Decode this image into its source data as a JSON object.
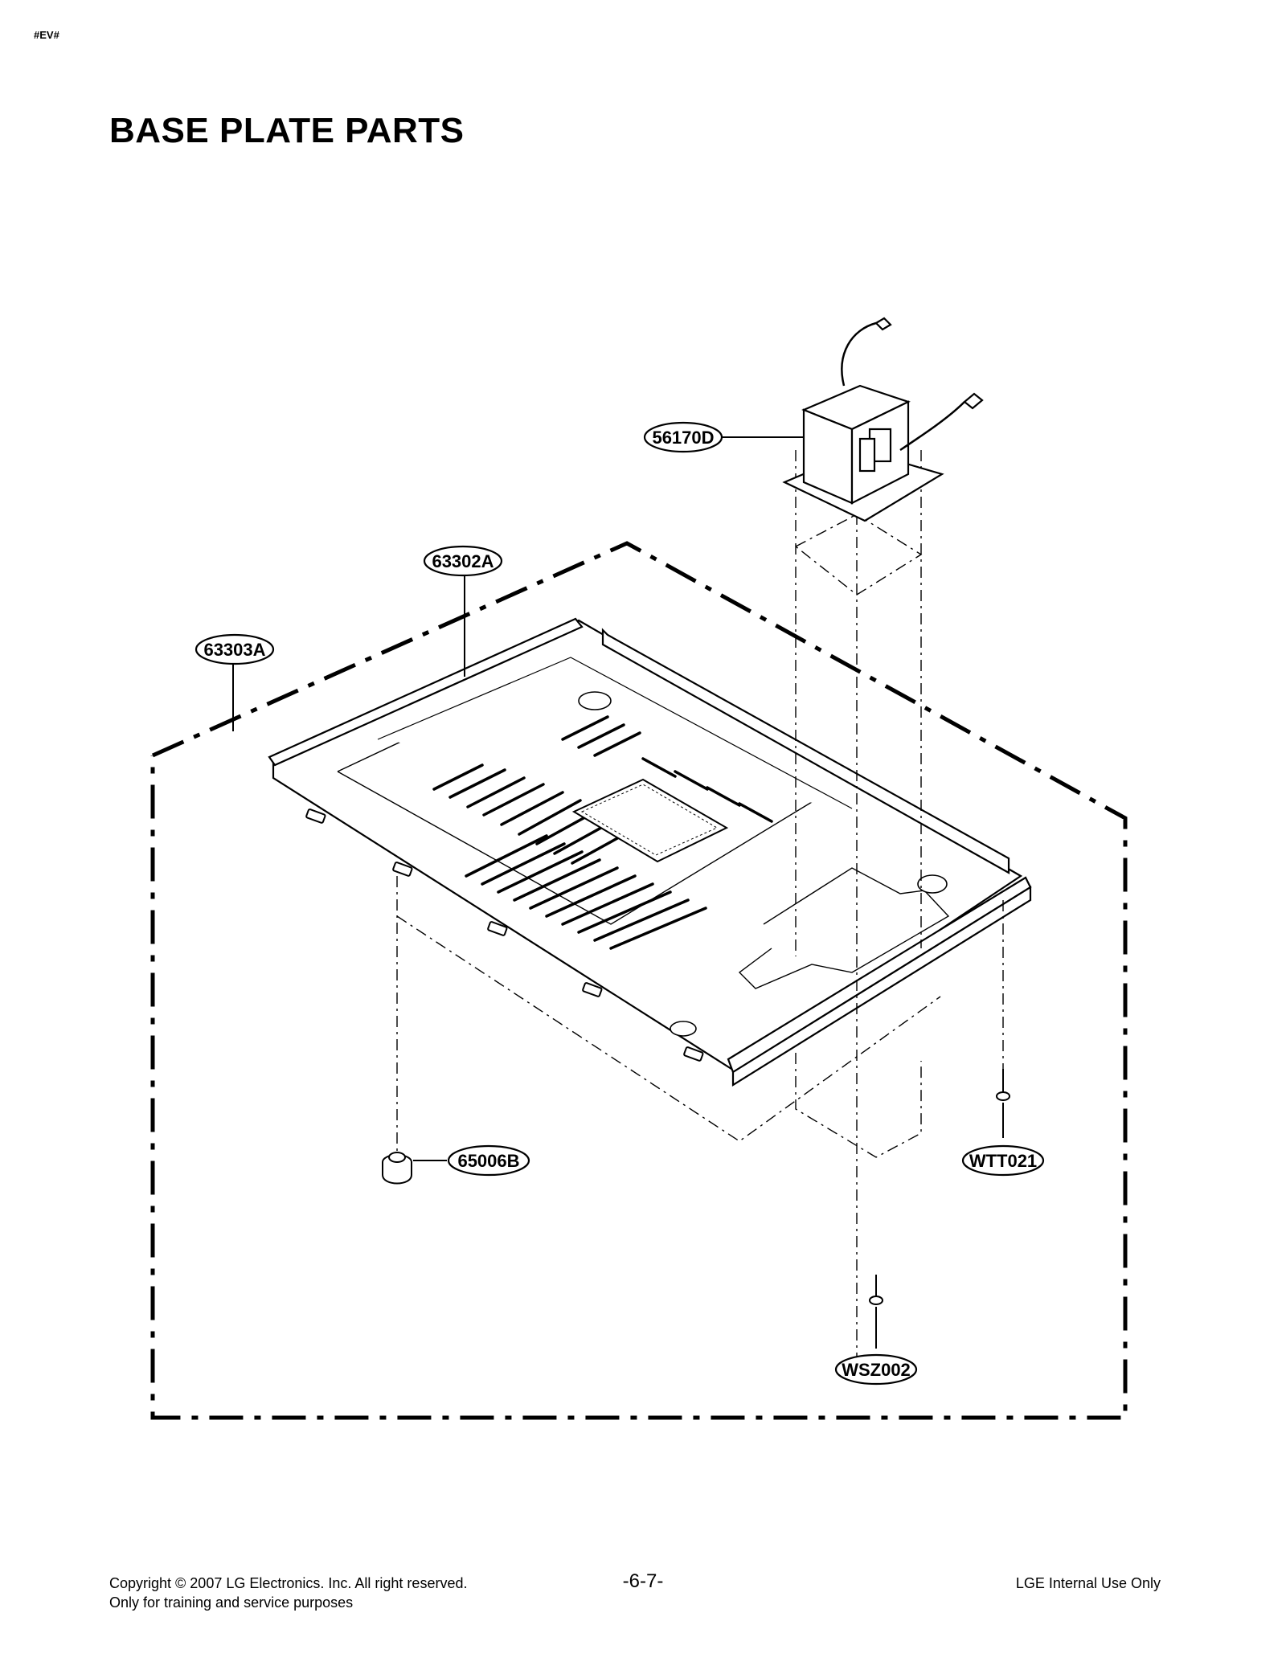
{
  "header": {
    "code_tag": "#EV#",
    "title": "BASE PLATE PARTS"
  },
  "callouts": {
    "transformer": "56170D",
    "base_plate": "63302A",
    "base_assembly": "63303A",
    "leg": "65006B",
    "screw_side": "WTT021",
    "screw_bottom": "WSZ002"
  },
  "footer": {
    "copyright": "Copyright © 2007 LG Electronics. Inc. All right reserved.",
    "purpose": "Only for training and service purposes",
    "page_number": "-6-7-",
    "internal": "LGE Internal Use Only"
  }
}
